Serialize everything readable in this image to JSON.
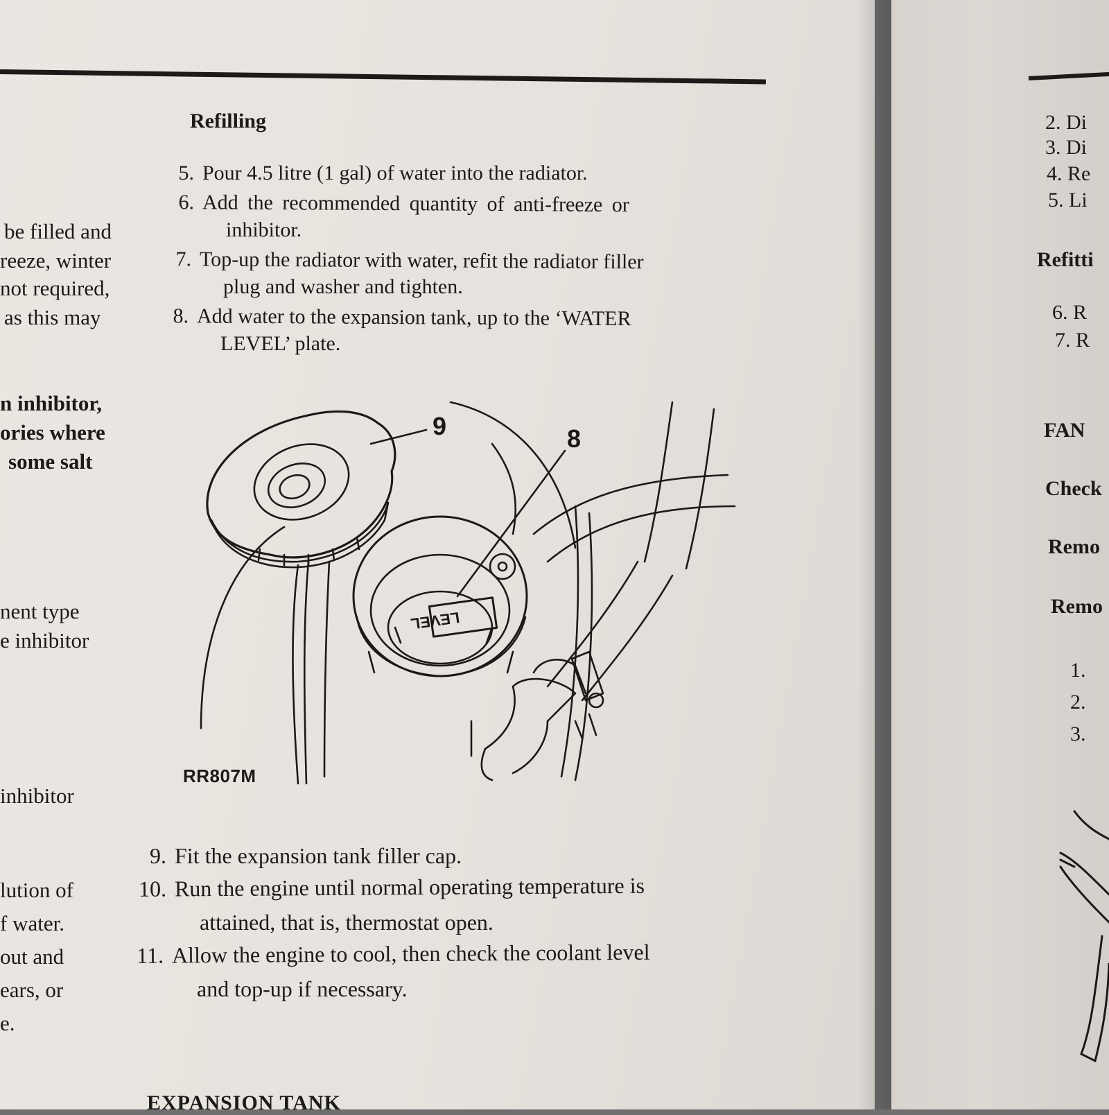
{
  "main": {
    "heading": "Refilling",
    "steps_a": [
      {
        "n": "5.",
        "lines": [
          "Pour 4.5 litre (1 gal) of water into the radiator."
        ]
      },
      {
        "n": "6.",
        "lines": [
          "Add the recommended quantity of anti-freeze or",
          "inhibitor."
        ]
      },
      {
        "n": "7.",
        "lines": [
          "Top-up the radiator with water, refit the radiator filler",
          "plug and washer and tighten."
        ]
      },
      {
        "n": "8.",
        "lines": [
          "Add water to the expansion tank, up to the ‘WATER",
          "LEVEL’ plate."
        ]
      }
    ],
    "steps_b": [
      {
        "n": "9.",
        "lines": [
          "Fit the expansion tank filler cap."
        ]
      },
      {
        "n": "10.",
        "lines": [
          "Run the engine until normal operating temperature is",
          "attained, that is, thermostat open."
        ]
      },
      {
        "n": "11.",
        "lines": [
          "Allow the engine to cool, then check the coolant level",
          "and top-up if necessary."
        ]
      }
    ],
    "bottom_heading": "EXPANSION TANK"
  },
  "figure": {
    "code": "RR807M",
    "callout_cap": "9",
    "callout_plate": "8",
    "plate_text": "LEVEL"
  },
  "left_column": [
    {
      "text": "be filled and",
      "bold": false
    },
    {
      "text": "reeze, winter",
      "bold": false
    },
    {
      "text": "not required,",
      "bold": false
    },
    {
      "text": "as this may",
      "bold": false
    },
    {
      "text": "n inhibitor,",
      "bold": true
    },
    {
      "text": "ories where",
      "bold": true
    },
    {
      "text": "some salt",
      "bold": true
    },
    {
      "text": "nent type",
      "bold": false
    },
    {
      "text": "e inhibitor",
      "bold": false
    },
    {
      "text": "inhibitor",
      "bold": false
    },
    {
      "text": "lution of",
      "bold": false
    },
    {
      "text": "f water.",
      "bold": false
    },
    {
      "text": "out and",
      "bold": false
    },
    {
      "text": "ears, or",
      "bold": false
    },
    {
      "text": "e.",
      "bold": false
    }
  ],
  "right_column": [
    {
      "text": "2. Di",
      "bold": false
    },
    {
      "text": "3. Di",
      "bold": false
    },
    {
      "text": "4. Re",
      "bold": false
    },
    {
      "text": "5. Li",
      "bold": false
    },
    {
      "text": "Refitti",
      "bold": true
    },
    {
      "text": "6. R",
      "bold": false
    },
    {
      "text": "7. R",
      "bold": false
    },
    {
      "text": "FAN",
      "bold": true
    },
    {
      "text": "Check",
      "bold": true
    },
    {
      "text": "Remo",
      "bold": true
    },
    {
      "text": "Remo",
      "bold": true
    },
    {
      "text": "1.",
      "bold": false
    },
    {
      "text": "2.",
      "bold": false
    },
    {
      "text": "3.",
      "bold": false
    }
  ]
}
